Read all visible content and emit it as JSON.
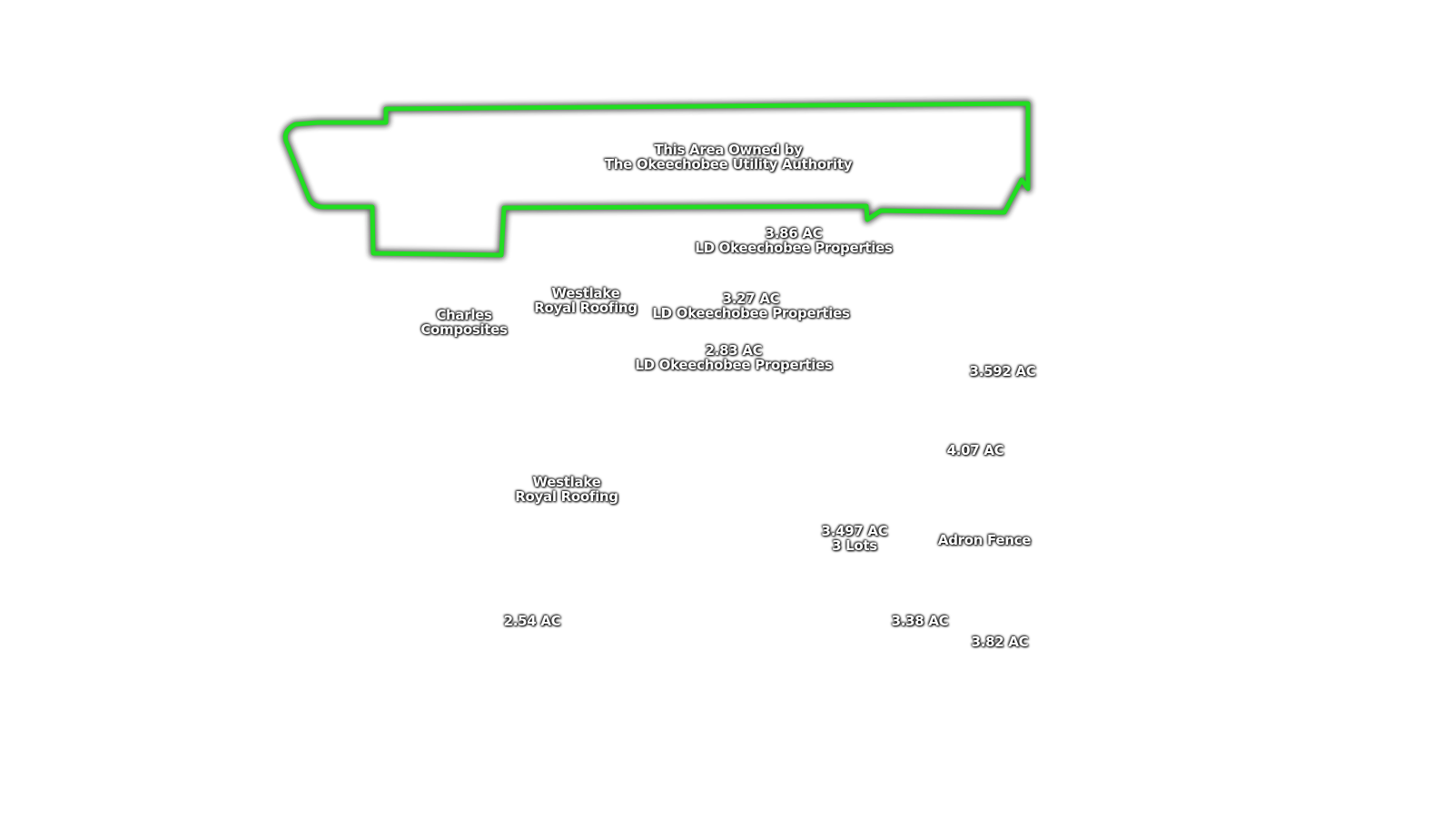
{
  "boundary": {
    "stroke_color": "#22dd22",
    "glow_color": "#1a1a1a"
  },
  "labels": {
    "utility": {
      "line1": "This Area Owned by",
      "line2": "The Okeechobee Utility Authority"
    },
    "parcel_386": {
      "line1": "3.86 AC",
      "line2": "LD Okeechobee Properties"
    },
    "westlake_north": {
      "line1": "Westlake",
      "line2": "Royal Roofing"
    },
    "parcel_327": {
      "line1": "3.27 AC",
      "line2": "LD Okeechobee Properties"
    },
    "charles": {
      "line1": "Charles",
      "line2": "Composites"
    },
    "parcel_283": {
      "line1": "2.83 AC",
      "line2": "LD Okeechobee Properties"
    },
    "parcel_3592": {
      "line1": "3.592 AC"
    },
    "parcel_407": {
      "line1": "4.07 AC"
    },
    "westlake_south": {
      "line1": "Westlake",
      "line2": "Royal Roofing"
    },
    "parcel_3497": {
      "line1": "3.497 AC",
      "line2": "3 Lots"
    },
    "adron": {
      "line1": "Adron Fence"
    },
    "parcel_254": {
      "line1": "2.54 AC"
    },
    "parcel_338": {
      "line1": "3.38 AC"
    },
    "parcel_382": {
      "line1": "3.82 AC"
    }
  }
}
